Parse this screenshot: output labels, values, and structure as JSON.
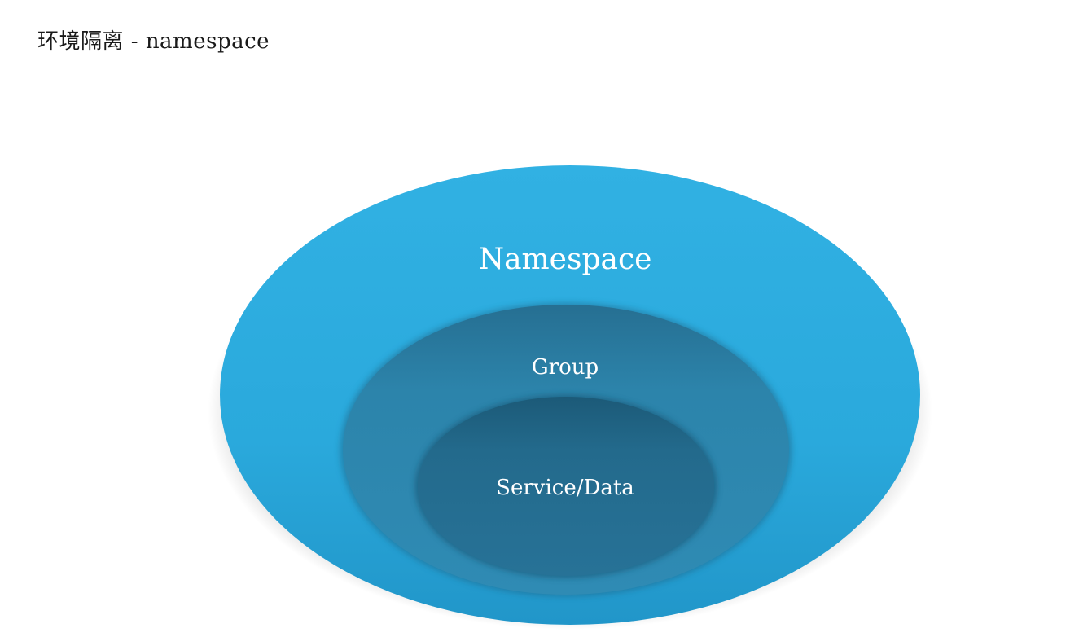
{
  "title": "环境隔离 - namespace",
  "diagram": {
    "layers": [
      {
        "label": "Namespace",
        "color": "#2aa9dc"
      },
      {
        "label": "Group",
        "color": "#2c84ab"
      },
      {
        "label": "Service/Data",
        "color": "#236a8c"
      }
    ]
  }
}
